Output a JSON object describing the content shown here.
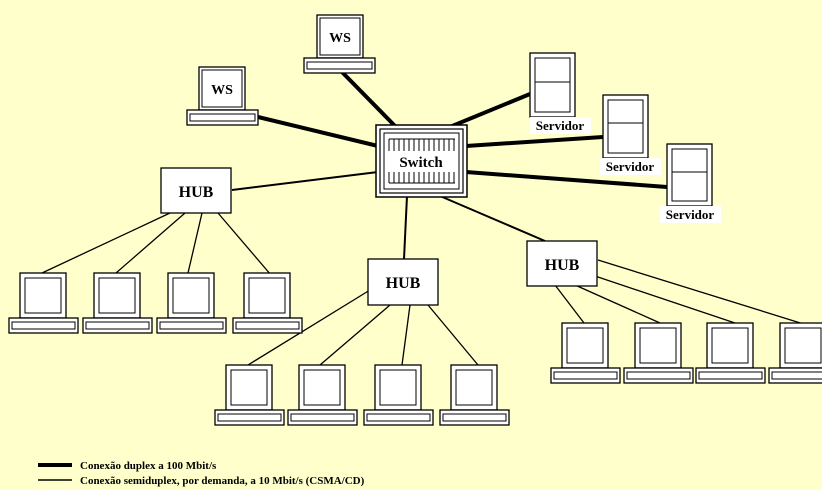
{
  "switch_label": "Switch",
  "hub_label": "HUB",
  "workstation_label": "WS",
  "server_label": "Servidor",
  "legend": {
    "thick": "Conexão duplex a 100 Mbit/s",
    "thin": "Conexão semiduplex, por demanda, a  10 Mbit/s (CSMA/CD)"
  },
  "colors": {
    "background": "#FFFFCC",
    "box": "#FFFFFF",
    "stroke": "#000000"
  }
}
